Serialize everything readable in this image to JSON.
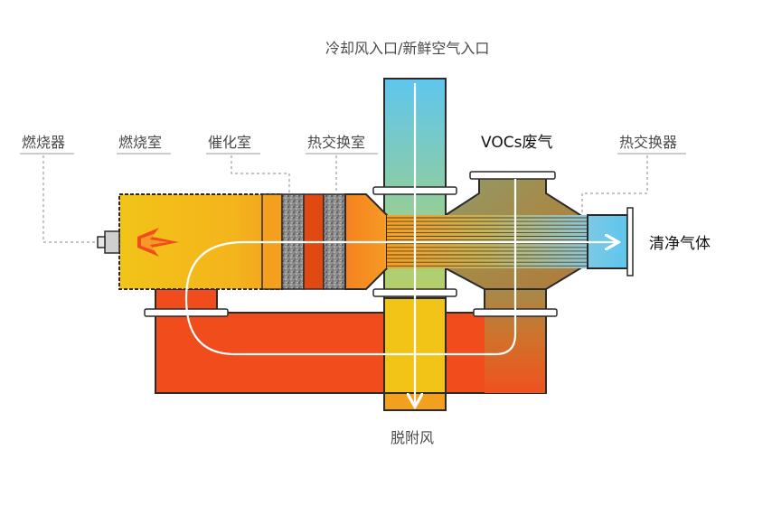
{
  "labels": {
    "cold_air_inlet": "冷却风入口/新鲜空气入口",
    "burner": "燃烧器",
    "combustion_chamber": "燃烧室",
    "catalytic_chamber": "催化室",
    "heat_exchange_chamber": "热交换室",
    "vocs_waste_gas": "VOCs废气",
    "heat_exchanger": "热交换器",
    "clean_gas": "清净气体",
    "desorption_air": "脱附风"
  },
  "colors": {
    "combustion_yellow": "#f2c418",
    "catalyst_red": "#e04a12",
    "hot_orange": "#f5821f",
    "duct_red": "#f04c1c",
    "cold_blue": "#5ec6ee",
    "olive": "#a68a48",
    "outline": "#2a2a2a"
  }
}
